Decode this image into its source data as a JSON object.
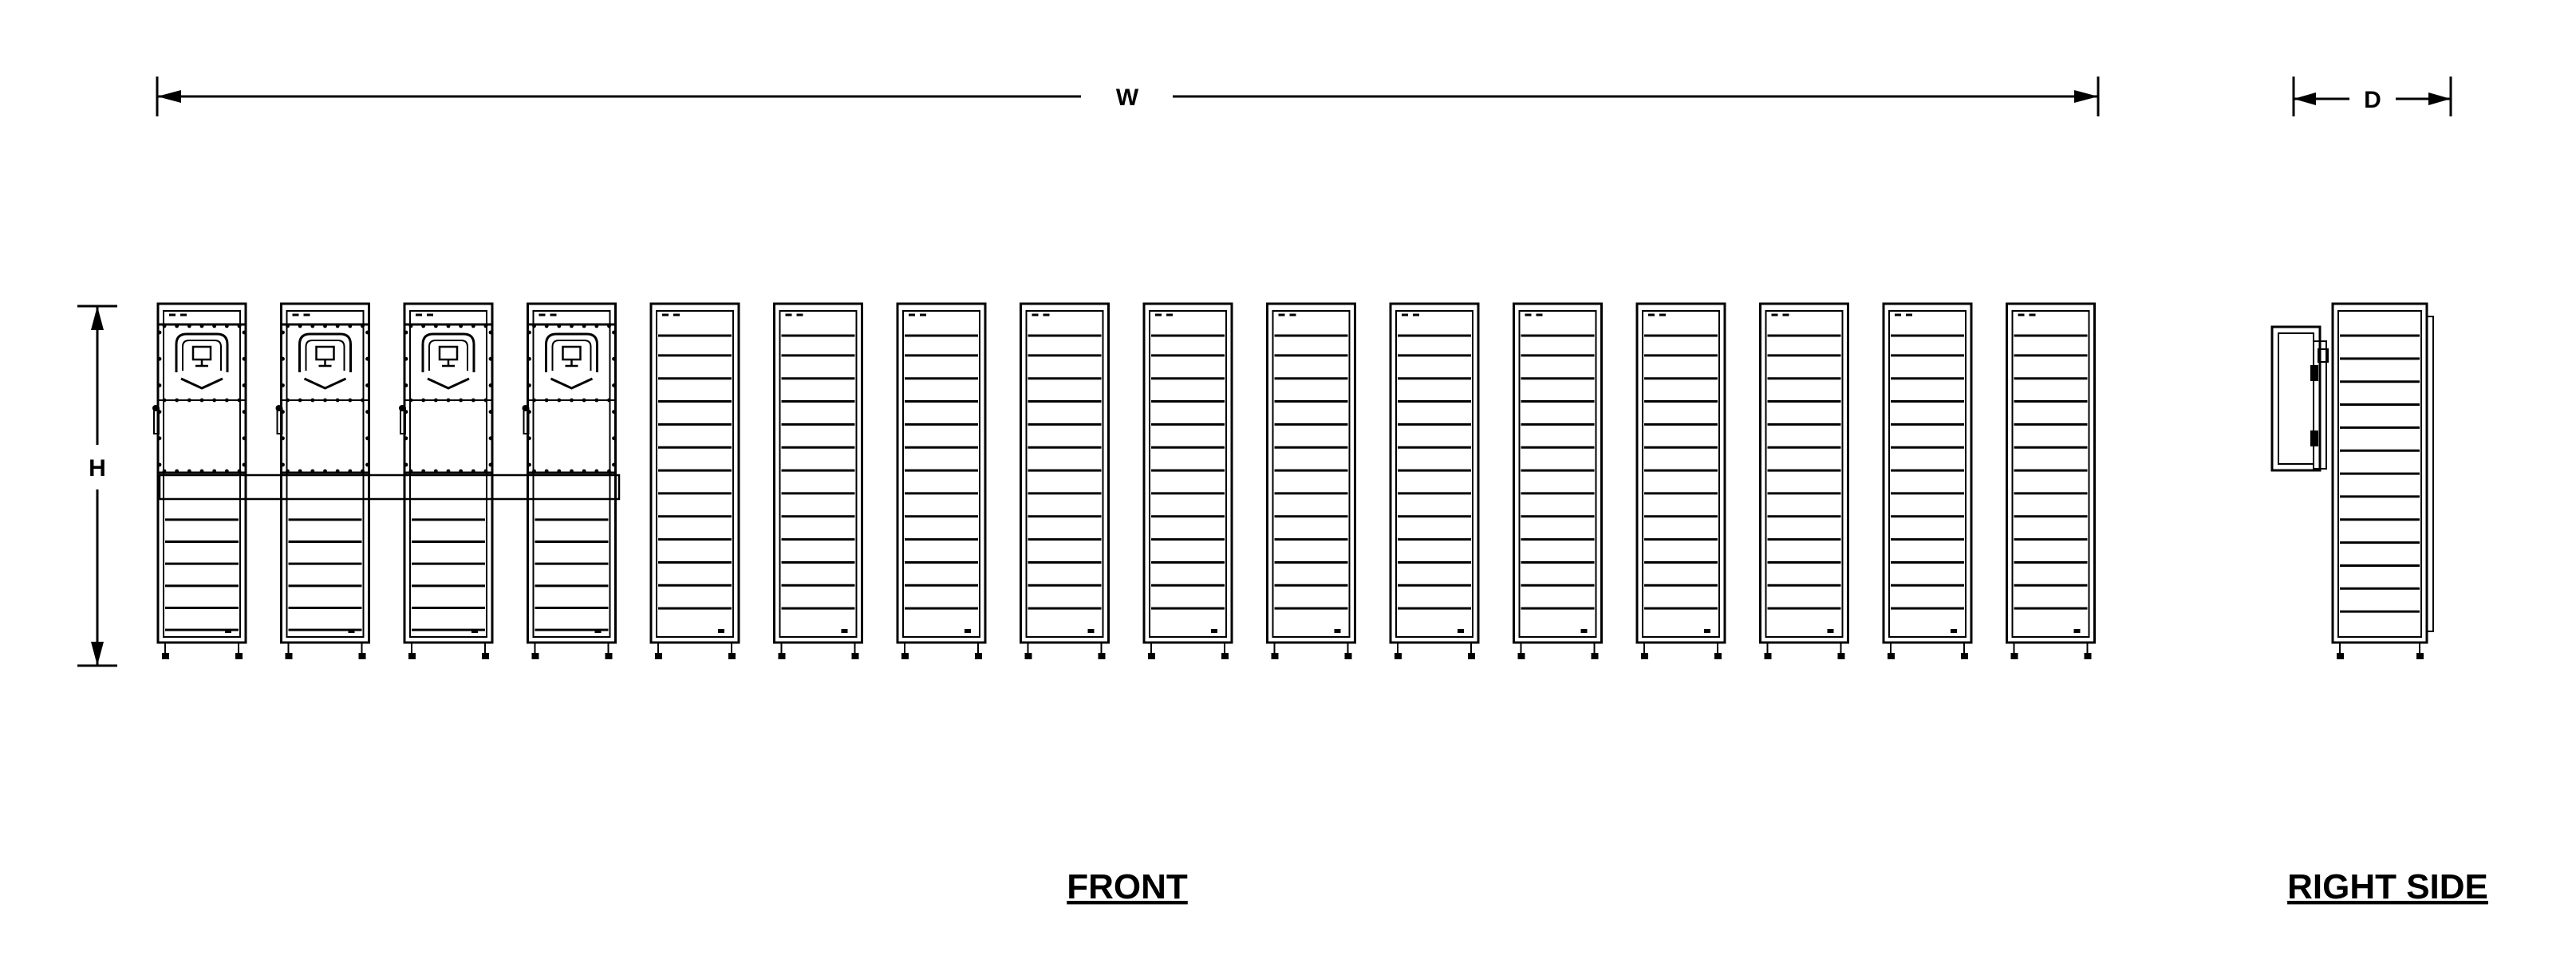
{
  "dimensions": {
    "width_label": "W",
    "height_label": "H",
    "depth_label": "D"
  },
  "views": {
    "front_label": "FRONT",
    "side_label": "RIGHT SIDE"
  },
  "front_view": {
    "cabinet_count": 16,
    "cabinets_with_control_panel": 4,
    "shelves_per_plain_cabinet": 13,
    "shelves_below_panel": 6
  },
  "colors": {
    "line": "#000000",
    "background": "#ffffff"
  }
}
